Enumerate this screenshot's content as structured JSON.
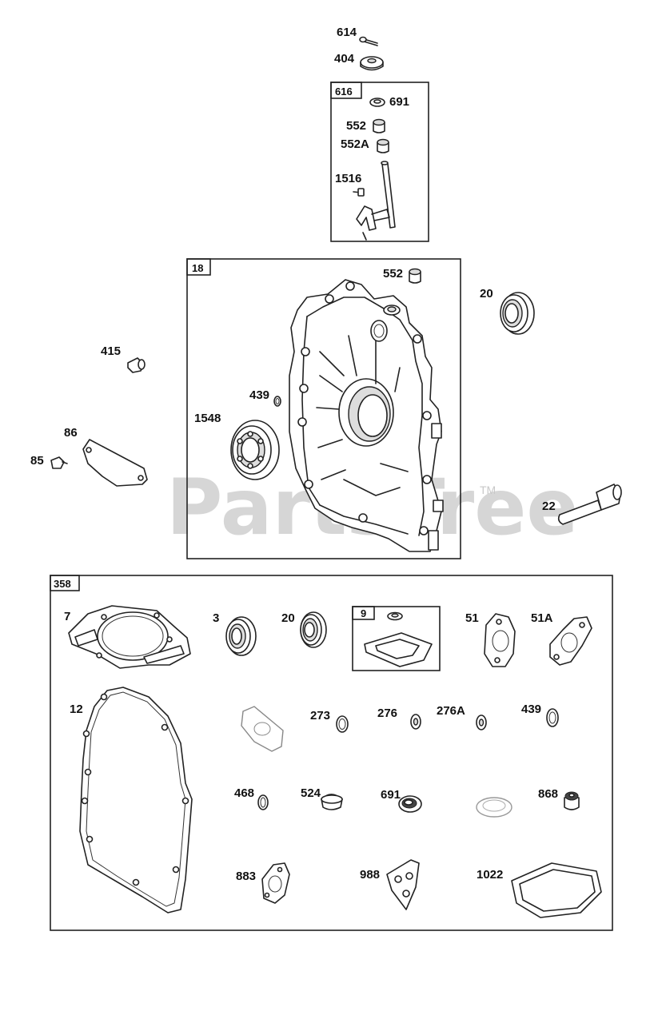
{
  "watermark": {
    "text": "PartsTree",
    "tm": "TM"
  },
  "groups": [
    {
      "id": "g616",
      "label": "616"
    },
    {
      "id": "g18",
      "label": "18"
    },
    {
      "id": "g358",
      "label": "358"
    },
    {
      "id": "g9",
      "label": "9"
    }
  ],
  "callouts": [
    {
      "id": "c614",
      "text": "614"
    },
    {
      "id": "c404",
      "text": "404"
    },
    {
      "id": "c691a",
      "text": "691"
    },
    {
      "id": "c552a",
      "text": "552"
    },
    {
      "id": "c552A",
      "text": "552A"
    },
    {
      "id": "c1516",
      "text": "1516"
    },
    {
      "id": "c552b",
      "text": "552"
    },
    {
      "id": "c20a",
      "text": "20"
    },
    {
      "id": "c415",
      "text": "415"
    },
    {
      "id": "c439a",
      "text": "439"
    },
    {
      "id": "c1548",
      "text": "1548"
    },
    {
      "id": "c86",
      "text": "86"
    },
    {
      "id": "c85",
      "text": "85"
    },
    {
      "id": "c22",
      "text": "22"
    },
    {
      "id": "c7",
      "text": "7"
    },
    {
      "id": "c3",
      "text": "3"
    },
    {
      "id": "c20b",
      "text": "20"
    },
    {
      "id": "c51",
      "text": "51"
    },
    {
      "id": "c51A",
      "text": "51A"
    },
    {
      "id": "c12",
      "text": "12"
    },
    {
      "id": "c273",
      "text": "273"
    },
    {
      "id": "c276",
      "text": "276"
    },
    {
      "id": "c276A",
      "text": "276A"
    },
    {
      "id": "c439b",
      "text": "439"
    },
    {
      "id": "c468",
      "text": "468"
    },
    {
      "id": "c524",
      "text": "524"
    },
    {
      "id": "c691b",
      "text": "691"
    },
    {
      "id": "c868",
      "text": "868"
    },
    {
      "id": "c883",
      "text": "883"
    },
    {
      "id": "c988",
      "text": "988"
    },
    {
      "id": "c1022",
      "text": "1022"
    }
  ]
}
